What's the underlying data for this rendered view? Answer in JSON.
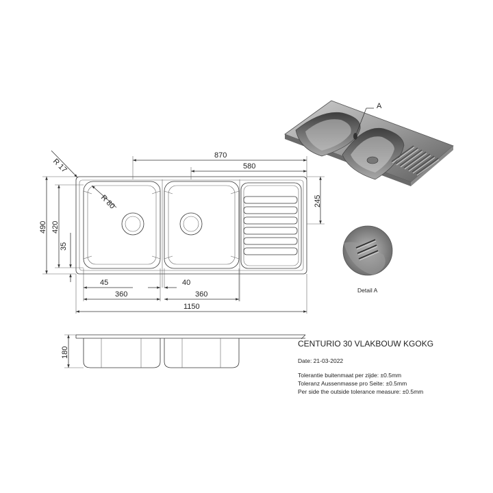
{
  "drawing": {
    "title": "CENTURIO 30 VLAKBOUW KGOKG",
    "date": "Date: 21-03-2022",
    "tolerances": [
      "Tolerantie buitenmaat per zijde:  ±0.5mm",
      "Toleranz Aussenmasse pro Seite:  ±0.5mm",
      "Per side the outside tolerance measure:  ±0.5mm"
    ],
    "detail_callout": "A",
    "detail_label": "Detail A"
  },
  "dimensions": {
    "r17": "R 17",
    "r80": "R 80",
    "d870": "870",
    "d580": "580",
    "d245": "245",
    "d490": "490",
    "d420": "420",
    "d35": "35",
    "d45": "45",
    "d40": "40",
    "d360a": "360",
    "d360b": "360",
    "d1150": "1150",
    "d180": "180"
  }
}
